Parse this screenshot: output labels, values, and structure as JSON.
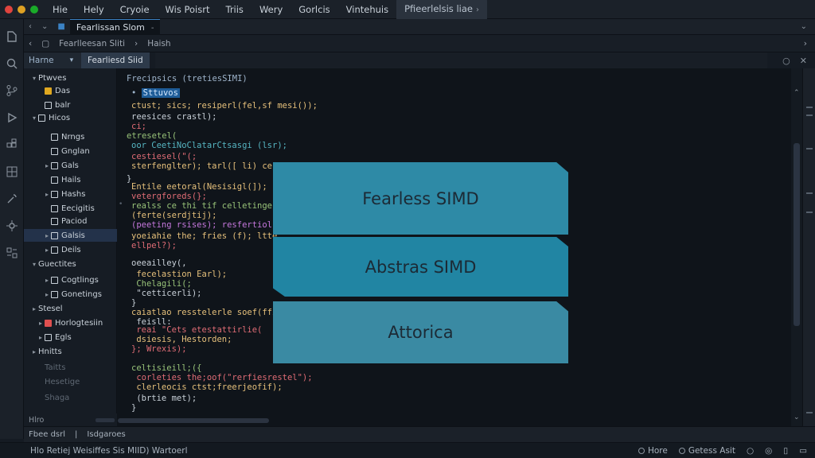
{
  "colors": {
    "traffic_red": "#e0443e",
    "traffic_yellow": "#dea123",
    "traffic_green": "#1aab29",
    "editor_bg": "#0f141a",
    "selection": "#1f5d99",
    "panel_top": "#2e8aa6",
    "panel_mid": "#2185a3",
    "panel_bottom": "#3a8aa3"
  },
  "menu": {
    "items": [
      "Hie",
      "Hely",
      "Cryoie",
      "Wis Poisrt",
      "Triis",
      "Wery",
      "Gorlcis",
      "Vintehuis"
    ],
    "active": "Pfieerlelsis liae"
  },
  "tabbar": {
    "file_tab": "Fearlissan Slom"
  },
  "breadcrumb": {
    "left": "Fearlleesan Sliti",
    "right": "Haish"
  },
  "sidebar": {
    "header": "Harne",
    "editor_tab": "Fearliesd Siid",
    "items": [
      {
        "label": "Ptwves",
        "indent": 0,
        "chev": "▾",
        "icon": "",
        "state": ""
      },
      {
        "label": "Das",
        "indent": 1,
        "chev": "",
        "icon": "#e0a820",
        "state": ""
      },
      {
        "label": "balr",
        "indent": 1,
        "chev": "",
        "icon": "#c9d1d9",
        "state": ""
      },
      {
        "label": "Hicos",
        "indent": 0,
        "chev": "▾",
        "icon": "#c9d1d9",
        "state": ""
      },
      {
        "label": "Nrngs",
        "indent": 2,
        "chev": "",
        "icon": "#c9d1d9",
        "state": ""
      },
      {
        "label": "Gnglan",
        "indent": 2,
        "chev": "",
        "icon": "#c9d1d9",
        "state": ""
      },
      {
        "label": "Gals",
        "indent": 2,
        "chev": "▸",
        "icon": "#c9d1d9",
        "state": ""
      },
      {
        "label": "Hails",
        "indent": 2,
        "chev": "",
        "icon": "#c9d1d9",
        "state": ""
      },
      {
        "label": "Hashs",
        "indent": 2,
        "chev": "▸",
        "icon": "#c9d1d9",
        "state": ""
      },
      {
        "label": "Eecigitis",
        "indent": 2,
        "chev": "",
        "icon": "#c9d1d9",
        "state": ""
      },
      {
        "label": "Paciod",
        "indent": 2,
        "chev": "",
        "icon": "#c9d1d9",
        "state": ""
      },
      {
        "label": "Galsis",
        "indent": 2,
        "chev": "▸",
        "icon": "#c9d1d9",
        "state": "sel"
      },
      {
        "label": "Deils",
        "indent": 2,
        "chev": "▸",
        "icon": "#c9d1d9",
        "state": ""
      },
      {
        "label": "Guectites",
        "indent": 0,
        "chev": "▾",
        "icon": "",
        "state": ""
      },
      {
        "label": "Cogtlings",
        "indent": 2,
        "chev": "▸",
        "icon": "#c9d1d9",
        "state": ""
      },
      {
        "label": "Gonetings",
        "indent": 2,
        "chev": "▸",
        "icon": "#c9d1d9",
        "state": ""
      },
      {
        "label": "Stesel",
        "indent": 0,
        "chev": "▸",
        "icon": "",
        "state": ""
      },
      {
        "label": "Horlogtesiin",
        "indent": 1,
        "chev": "▸",
        "icon": "#e05050",
        "state": ""
      },
      {
        "label": "Egls",
        "indent": 1,
        "chev": "▸",
        "icon": "#c9d1d9",
        "state": ""
      },
      {
        "label": "Hnitts",
        "indent": 0,
        "chev": "▸",
        "icon": "",
        "state": ""
      },
      {
        "label": "Taitts",
        "indent": 1,
        "chev": "",
        "icon": "",
        "state": "dim"
      },
      {
        "label": "Hesetige",
        "indent": 1,
        "chev": "",
        "icon": "",
        "state": "dim"
      },
      {
        "label": "Shaga",
        "indent": 1,
        "chev": "",
        "icon": "",
        "state": "dim"
      }
    ],
    "footer": "Hlro"
  },
  "code_lines": [
    {
      "text": "Frecipsics (tretiesSIMI)",
      "color": "#9fb5cc",
      "indent": 0
    },
    {
      "text": "",
      "color": "#9fb5cc",
      "indent": 1,
      "selection": "Sttuvos"
    },
    {
      "text": "ctust; sics; resiperl(fel,sf mesi());",
      "color": "#e6c07b",
      "indent": 1
    },
    {
      "text": "reesices crastl);",
      "color": "#c9d1d9",
      "indent": 1
    },
    {
      "text": "ci;",
      "color": "#e06c75",
      "indent": 1
    },
    {
      "text": "etresetel(",
      "color": "#98c379",
      "indent": 0
    },
    {
      "text": "oor CeetiNoClatarCtsasgi (lsr);",
      "color": "#56b6c2",
      "indent": 1
    },
    {
      "text": "cestiesel(\"(;",
      "color": "#e06c75",
      "indent": 1
    },
    {
      "text": "sterfenglter); tarl([ li) cerei wtirersili(",
      "color": "#e6c07b",
      "indent": 1
    },
    {
      "text": "}",
      "color": "#c9d1d9",
      "indent": 0
    },
    {
      "text": "Entile eetoral(Nesisigl(]);",
      "color": "#e6c07b",
      "indent": 1
    },
    {
      "text": "vetergforeds(};",
      "color": "#e06c75",
      "indent": 1
    },
    {
      "text": "realss ce thi tif celletinge);",
      "color": "#98c379",
      "indent": 1
    },
    {
      "text": "(ferte(serdjtij);",
      "color": "#e6c07b",
      "indent": 1
    },
    {
      "text": "(peeting rsises); resfertiol(e);",
      "color": "#c678dd",
      "indent": 1
    },
    {
      "text": "yoeiahie the; fries (f); ltte",
      "color": "#e6c07b",
      "indent": 1
    },
    {
      "text": "ellpel?);",
      "color": "#e06c75",
      "indent": 1
    },
    {
      "text": "oeeailley(,",
      "color": "#c9d1d9",
      "indent": 1
    },
    {
      "text": " fecelastion Earl);",
      "color": "#e6c07b",
      "indent": 1
    },
    {
      "text": " Chelagili(;",
      "color": "#98c379",
      "indent": 1
    },
    {
      "text": " \"cetticerli);",
      "color": "#c9d1d9",
      "indent": 1
    },
    {
      "text": "}",
      "color": "#c9d1d9",
      "indent": 1
    },
    {
      "text": "caiatlao resstelerle soef(ffiE);",
      "color": "#e6c07b",
      "indent": 1
    },
    {
      "text": " feisll:",
      "color": "#c9d1d9",
      "indent": 1
    },
    {
      "text": " reai \"Cets etestattirlie(",
      "color": "#e06c75",
      "indent": 1
    },
    {
      "text": " dsiesis, Hestorden;",
      "color": "#e6c07b",
      "indent": 1
    },
    {
      "text": "}; Wrexis);",
      "color": "#e06c75",
      "indent": 1
    },
    {
      "text": "celtisieill;({",
      "color": "#98c379",
      "indent": 1
    },
    {
      "text": " corleties the;oof(\"rerfiesrestel\");",
      "color": "#e06c75",
      "indent": 1
    },
    {
      "text": " clerleocis ctst;freerjeofif);",
      "color": "#e6c07b",
      "indent": 1
    },
    {
      "text": " (brtie met);",
      "color": "#c9d1d9",
      "indent": 1
    },
    {
      "text": "}",
      "color": "#c9d1d9",
      "indent": 1
    }
  ],
  "panels": {
    "top": "Fearless SIMD",
    "middle": "Abstras SIMD",
    "bottom": "Attorica"
  },
  "status1": {
    "left": "Fbee dsrl",
    "right": "Isdgaroes"
  },
  "status2": {
    "left": "Hlo  Retiej Weisiffes Sis MIID) Wartoerl",
    "items": [
      "Hore",
      "Getess Asit"
    ]
  }
}
